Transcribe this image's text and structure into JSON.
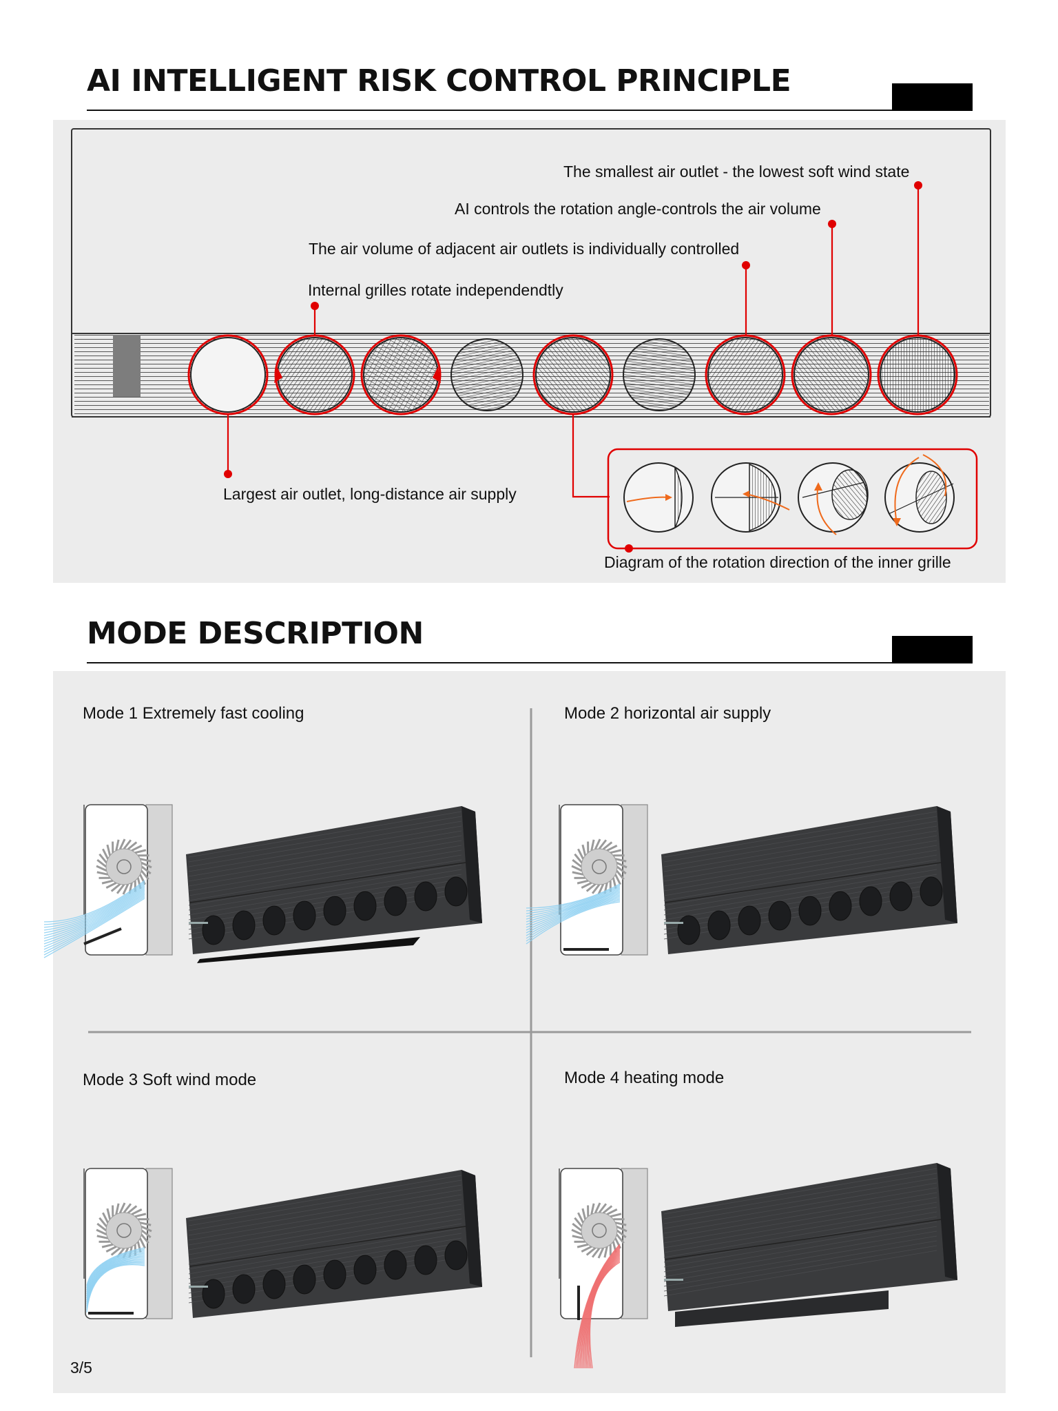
{
  "section1": {
    "title": "AI INTELLIGENT RISK CONTROL PRINCIPLE",
    "callouts": {
      "smallest_outlet": "The smallest air outlet - the lowest soft wind state",
      "ai_controls": "AI controls the rotation angle-controls the air volume",
      "adjacent_outlets": "The air volume of adjacent air outlets is individually controlled",
      "grilles_rotate": "Internal grilles rotate independendtly",
      "largest_outlet": "Largest air outlet, long-distance air supply",
      "rotation_diagram": "Diagram of the rotation direction of the inner grille"
    },
    "outlet_count": 9
  },
  "section2": {
    "title": "MODE DESCRIPTION",
    "modes": [
      {
        "label": "Mode 1 Extremely fast cooling",
        "airflow": "cool-down"
      },
      {
        "label": "Mode 2 horizontal air supply",
        "airflow": "cool-horizontal"
      },
      {
        "label": "Mode 3 Soft wind mode",
        "airflow": "cool-soft"
      },
      {
        "label": "Mode 4 heating mode",
        "airflow": "heat-down"
      }
    ]
  },
  "colors": {
    "accent_red": "#e00000",
    "arrow_orange": "#ef6a1c",
    "cool_blue": "#8fd0f2",
    "heat_red": "#ee6f70",
    "panel_grey": "#ececec",
    "unit_dark": "#3a3b3d"
  },
  "page": "3/5"
}
